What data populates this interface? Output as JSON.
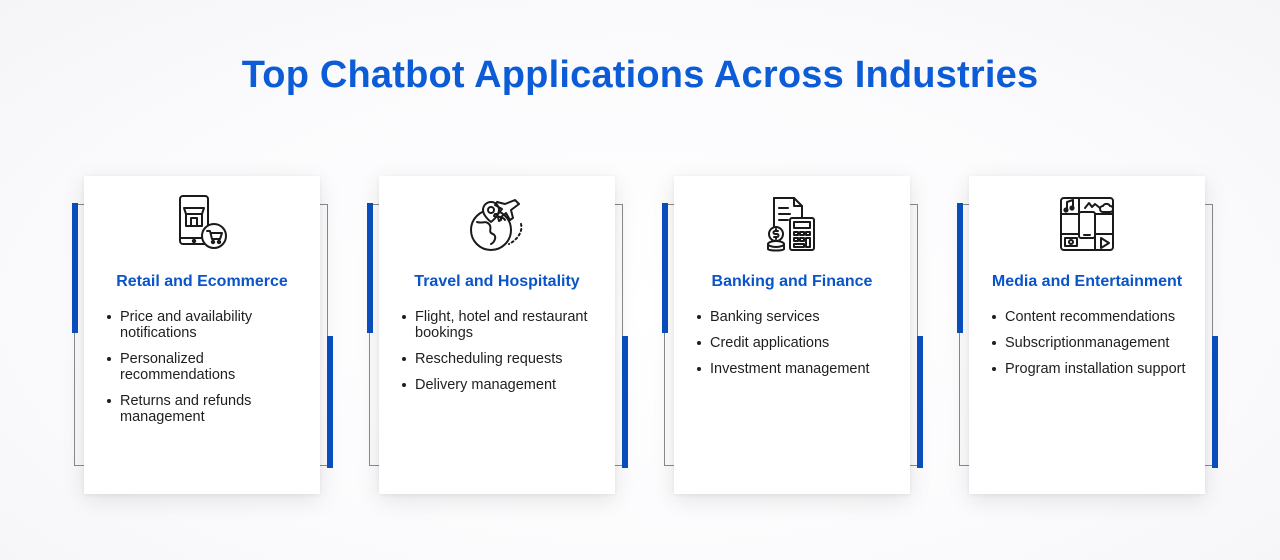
{
  "title": "Top Chatbot Applications Across Industries",
  "colors": {
    "title": "#0b5cd6",
    "accent_bar": "#0a4fc1",
    "card_title": "#0a54c9",
    "text": "#1f1f1f"
  },
  "cards": [
    {
      "title": "Retail and Ecommerce",
      "icon": "online-store-cart-icon",
      "items": [
        "Price and availability notifications",
        "Personalized recommendations",
        "Returns and refunds management"
      ]
    },
    {
      "title": "Travel and Hospitality",
      "icon": "globe-airplane-icon",
      "items": [
        "Flight, hotel and restaurant bookings",
        "Rescheduling requests",
        "Delivery management"
      ]
    },
    {
      "title": "Banking and Finance",
      "icon": "calculator-coins-icon",
      "items": [
        "Banking services",
        "Credit applications",
        "Investment management"
      ]
    },
    {
      "title": "Media and Entertainment",
      "icon": "media-devices-icon",
      "items": [
        "Content recommendations",
        "Subscriptionmanagement",
        "Program installation support"
      ]
    }
  ]
}
